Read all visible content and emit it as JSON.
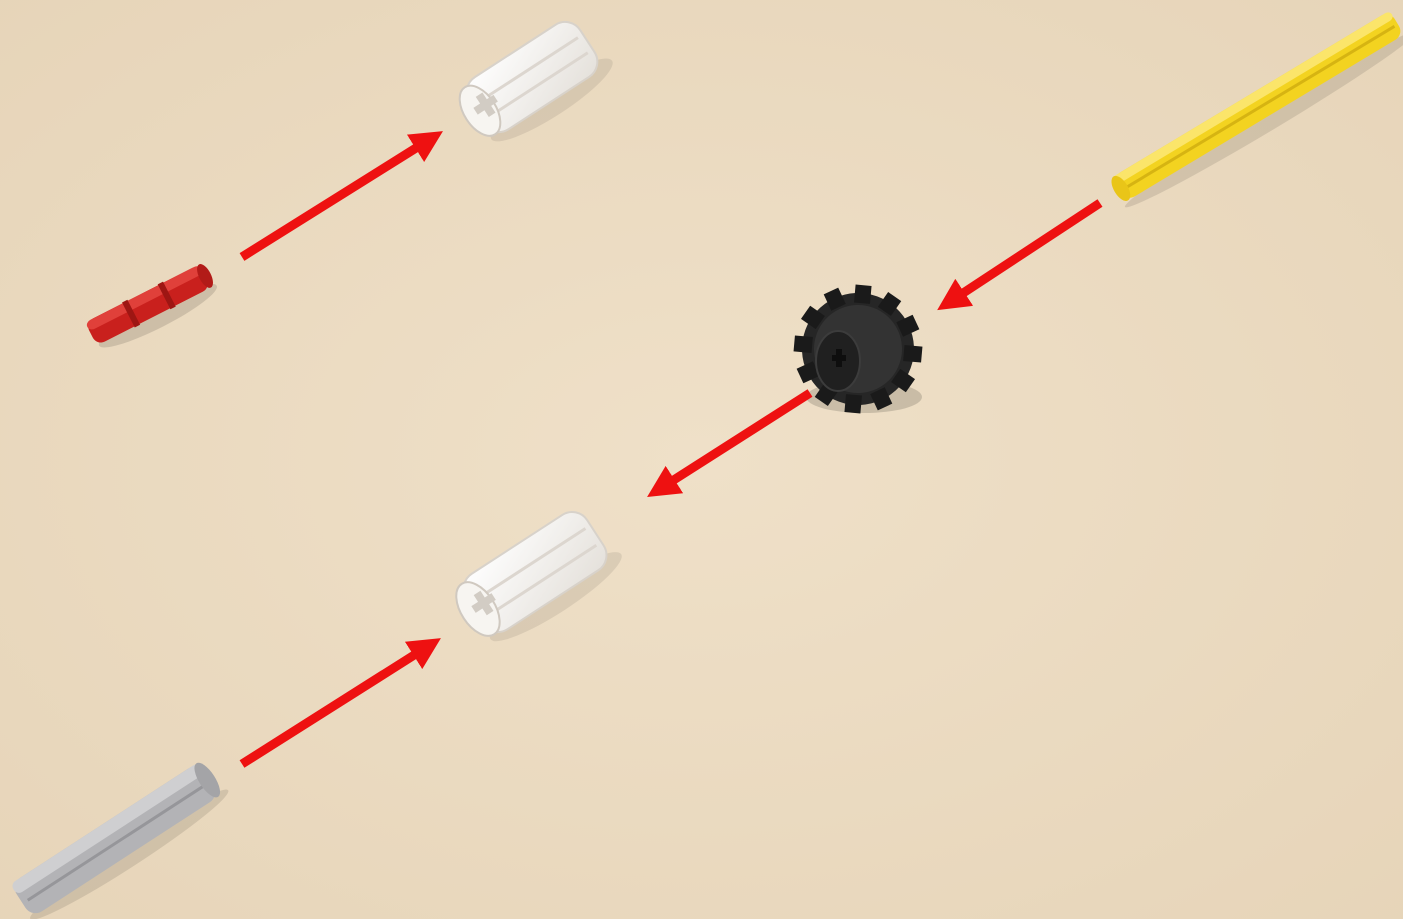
{
  "scene": {
    "background_color": "#eddcc2",
    "arrow_color": "#ee1111",
    "parts": [
      {
        "name": "red-axle-2",
        "color": "#d42a26"
      },
      {
        "name": "white-axle-connector-top",
        "color": "#f4f1ec"
      },
      {
        "name": "yellow-axle-long",
        "color": "#f6d92a"
      },
      {
        "name": "black-gear-12-tooth",
        "color": "#2a2a2a"
      },
      {
        "name": "white-axle-connector-bottom",
        "color": "#f4f1ec"
      },
      {
        "name": "gray-axle-4",
        "color": "#b5b5b8"
      }
    ],
    "arrows": [
      {
        "from": "red-axle-2",
        "to": "white-axle-connector-top"
      },
      {
        "from": "yellow-axle-long",
        "to": "black-gear-12-tooth"
      },
      {
        "from": "black-gear-12-tooth",
        "to": "white-axle-connector-bottom"
      },
      {
        "from": "gray-axle-4",
        "to": "white-axle-connector-bottom"
      }
    ]
  }
}
